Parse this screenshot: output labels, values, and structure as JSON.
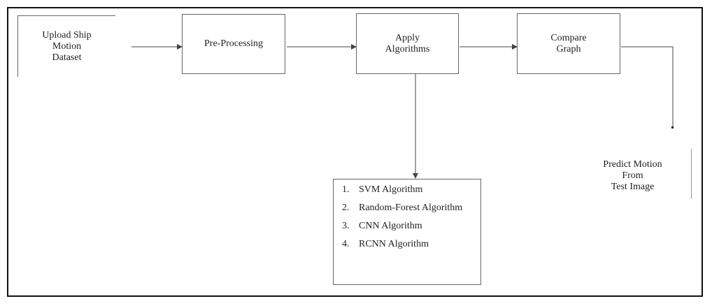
{
  "diagram": {
    "nodes": {
      "upload": {
        "label": "Upload Ship\nMotion\nDataset"
      },
      "preprocess": {
        "label": "Pre-Processing"
      },
      "apply": {
        "label": "Apply\nAlgorithms"
      },
      "compare": {
        "label": "Compare\nGraph"
      },
      "predict": {
        "label": "Predict Motion\nFrom\nTest Image"
      }
    },
    "algorithms": [
      {
        "num": "1.",
        "label": "SVM Algorithm"
      },
      {
        "num": "2.",
        "label": "Random-Forest Algorithm"
      },
      {
        "num": "3.",
        "label": "CNN Algorithm"
      },
      {
        "num": "4.",
        "label": "RCNN Algorithm"
      }
    ],
    "colors": {
      "border": "#111111",
      "box": "#666666",
      "line": "#444444"
    }
  }
}
